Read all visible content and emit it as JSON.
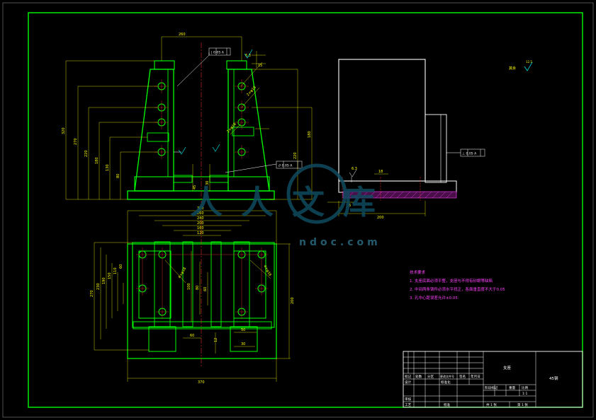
{
  "drawing": {
    "part_name": "支座",
    "material": "45钢",
    "roughness_label": "其余",
    "roughness_value": "12.5",
    "tech_notes": {
      "title": "技术要求",
      "items": [
        "1. 支座底面必须平整，支座与不得有砂眼等缺陷",
        "2. 中间两条铸件必须水平找正，各面垂直度不大于0.05",
        "3. 孔中心距误差允许±0.05"
      ]
    },
    "tolerances": {
      "parallel_label": "// 0.05 A",
      "perpendicular_label": "⊥ 0.05 A",
      "straightness_label": "| 0.05 A",
      "datum": "A",
      "roughness_small": "6.3"
    },
    "title_block": {
      "header_cells": [
        "标记",
        "处数",
        "分区",
        "更改文件号",
        "签名",
        "年月日"
      ],
      "design": "设计",
      "standardize": "标准化",
      "stage_header": [
        "阶段标记",
        "重量",
        "比例"
      ],
      "scale": "1:1",
      "check": "审核",
      "process": "工艺",
      "approve": "批准",
      "sheets_total": "共 1 张",
      "sheet_no": "第 1 张"
    },
    "watermark": {
      "chars": "人人文库",
      "domain": "ndoc.com"
    }
  },
  "dimensions": {
    "front_view": {
      "top_width": "260",
      "overall_height": "320",
      "heights": [
        "270",
        "220",
        "180",
        "130",
        "80",
        "30"
      ],
      "right_heights": [
        "220",
        "180"
      ],
      "slot": "6.3",
      "hole_dia": "2×φ16",
      "hole_dia2": "2×φ18",
      "small": "15",
      "base": "45"
    },
    "side_view": {
      "width": "200",
      "base_dim": "18",
      "offset": "6"
    },
    "top_view": {
      "widths": [
        "300",
        "260",
        "240",
        "200",
        "160",
        "120"
      ],
      "overall_width": "370",
      "depth": "200",
      "left_heights": [
        "270",
        "230",
        "190",
        "150",
        "110",
        "60"
      ],
      "center_heights": [
        "100",
        "80",
        "60"
      ],
      "hole_labels": [
        "4×φ18",
        "4×φ16"
      ],
      "bottom_dims": [
        "60",
        "50",
        "30",
        "12"
      ]
    }
  }
}
